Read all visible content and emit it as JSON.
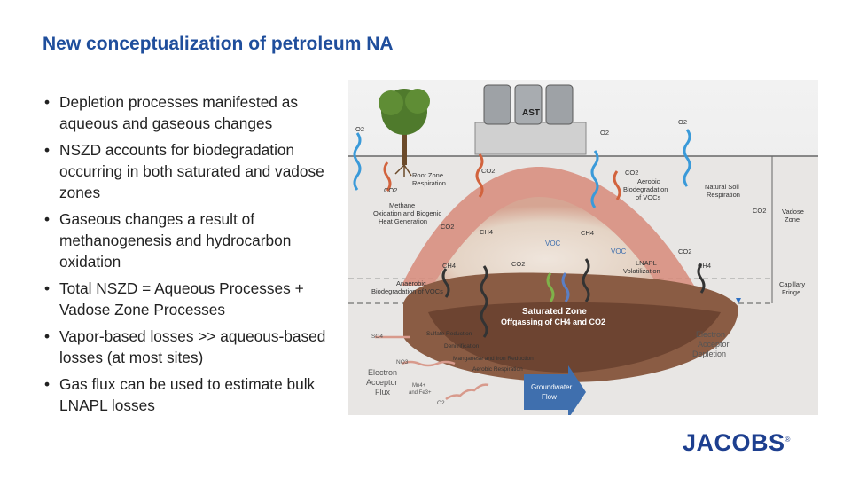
{
  "slide": {
    "title": "New conceptualization of petroleum NA",
    "bullets": [
      "Depletion processes manifested as aqueous and gaseous changes",
      "NSZD accounts for biodegradation occurring in both saturated and vadose zones",
      "Gaseous changes a result of methanogenesis and hydrocarbon oxidation",
      "Total NSZD = Aqueous Processes + Vadose Zone Processes",
      "Vapor-based losses >> aqueous-based losses (at most sites)",
      "Gas flux can be used to estimate bulk LNAPL losses"
    ],
    "logo_text": "JACOBS",
    "colors": {
      "title": "#1f4e9c",
      "logo": "#1d3f8f"
    }
  },
  "diagram": {
    "ast_label": "AST",
    "root_zone_respiration": [
      "Root Zone",
      "Respiration"
    ],
    "methane_oxidation": [
      "Methane",
      "Oxidation and Biogenic",
      "Heat Generation"
    ],
    "aerobic_biodegradation": [
      "Aerobic",
      "Biodegradation",
      "of VOCs"
    ],
    "natural_soil_respiration": [
      "Natural Soil",
      "Respiration"
    ],
    "vadose_zone": [
      "Vadose",
      "Zone"
    ],
    "capillary_fringe": [
      "Capillary",
      "Fringe"
    ],
    "anaerobic_biodegradation": [
      "Anaerobic",
      "Biodegradation of VOCs"
    ],
    "lnapl_volatilization": [
      "LNAPL",
      "Volatilization"
    ],
    "saturated_zone": [
      "Saturated Zone",
      "Offgassing of CH4 and CO2"
    ],
    "reactions": [
      "Sulfate Reduction",
      "Denitrification",
      "Manganese and Iron Reduction",
      "Aerobic Respiration"
    ],
    "electron_acceptor_flux": [
      "Electron",
      "Acceptor",
      "Flux"
    ],
    "electron_acceptor_depletion": [
      "Electron",
      "Acceptor",
      "Depletion"
    ],
    "groundwater_flow": [
      "Groundwater",
      "Flow"
    ],
    "chem": {
      "o2": "O2",
      "co2": "CO2",
      "ch4": "CH4",
      "voc": "VOC",
      "so4": "SO4",
      "no3": "NO3",
      "mn_fe": [
        "Mn4+",
        "and Fe3+"
      ]
    }
  }
}
